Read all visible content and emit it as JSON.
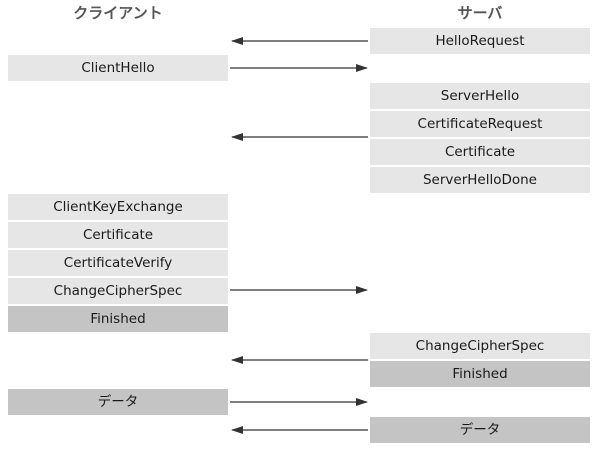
{
  "headers": {
    "client": "クライアント",
    "server": "サーバ"
  },
  "messages": {
    "hello_request": "HelloRequest",
    "client_hello": "ClientHello",
    "server_hello": "ServerHello",
    "certificate_request": "CertificateRequest",
    "server_certificate": "Certificate",
    "server_hello_done": "ServerHelloDone",
    "client_key_exchange": "ClientKeyExchange",
    "client_certificate": "Certificate",
    "certificate_verify": "CertificateVerify",
    "client_change_cipher_spec": "ChangeCipherSpec",
    "client_finished": "Finished",
    "server_change_cipher_spec": "ChangeCipherSpec",
    "server_finished": "Finished",
    "client_data": "データ",
    "server_data": "データ"
  },
  "colors": {
    "light_box": "#e6e6e6",
    "dark_box": "#c4c4c4",
    "arrow": "#333333"
  }
}
